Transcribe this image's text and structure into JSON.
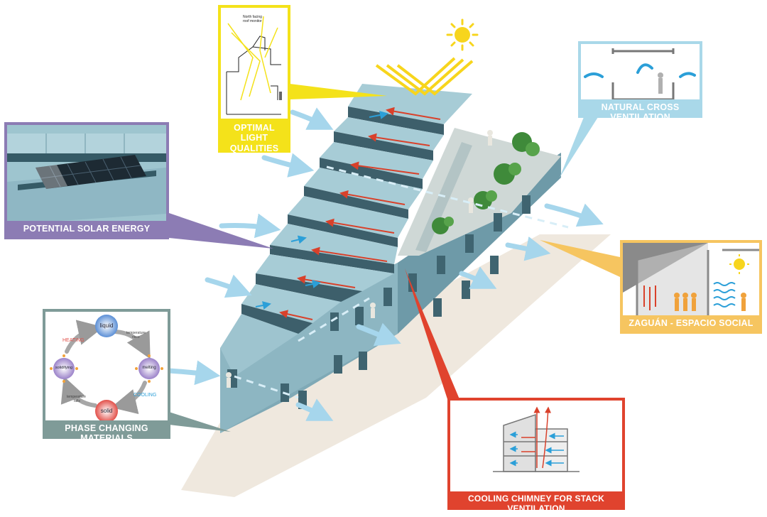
{
  "callouts": {
    "light": {
      "title_line1": "OPTIMAL LIGHT",
      "title_line2": "QUALITIES",
      "sketch_label_line1": "North facing",
      "sketch_label_line2": "roof monitor"
    },
    "solar": {
      "title": "POTENTIAL SOLAR ENERGY"
    },
    "cross": {
      "title": "NATURAL CROSS VENTILATION"
    },
    "zaguan": {
      "title": "ZAGUÁN - ESPACIO SOCIAL"
    },
    "chimney": {
      "title": "COOLING CHIMNEY FOR STACK VENTILATION"
    },
    "pcm": {
      "title": "PHASE CHANGING MATERIALS",
      "liquid": "liquid",
      "solid": "solid",
      "solidifying": "solidifying",
      "melting": "melting",
      "heating": "HEATING",
      "cooling": "COOLING",
      "temp_rises_line1": "temperature",
      "temp_rises_line2": "rises",
      "temp_falls_line1": "temperature",
      "temp_falls_line2": "falls"
    }
  },
  "colors": {
    "light": "#f4e21a",
    "solar": "#8c7cb4",
    "cross": "#a9d8e9",
    "zaguan": "#f6c560",
    "chimney": "#e0432e",
    "pcm": "#7f9b98",
    "building": "#8fb7c4",
    "building_dark": "#5e8793",
    "airflow": "#a6d6ec",
    "warm_arrow": "#d9412b",
    "cool_arrow": "#2b9fd8",
    "sun": "#f7d51d"
  },
  "icons": [
    "sun-icon",
    "airflow-arrow-icon",
    "person-icon",
    "plant-icon",
    "solar-panel-icon"
  ]
}
